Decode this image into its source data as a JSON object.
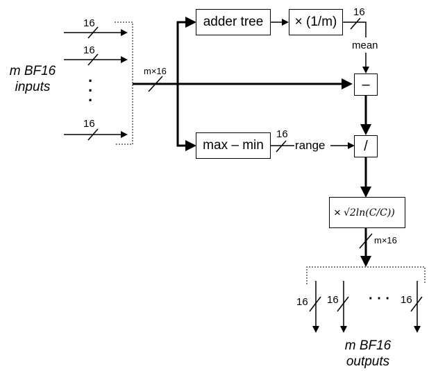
{
  "inputs": {
    "label_line1": "m BF16",
    "label_line2": "inputs",
    "width_labels": [
      "16",
      "16",
      "16"
    ],
    "vertical_dots": "·\n·\n·"
  },
  "bus": {
    "width_label": "m×16"
  },
  "blocks": {
    "adder_tree": "adder tree",
    "scale": "× (1/m)",
    "max_min": "max – min",
    "subtract": "–",
    "divide": "/",
    "multiply_prefix": "×",
    "multiply_formula": "√2ln(C/C))"
  },
  "signals": {
    "scale_out_width": "16",
    "mean": "mean",
    "range_width": "16",
    "range": "range",
    "out_bus_width": "m×16"
  },
  "outputs": {
    "label_line1": "m BF16",
    "label_line2": "outputs",
    "width_labels": [
      "16",
      "16",
      "16"
    ],
    "horizontal_dots": "· · ·"
  }
}
